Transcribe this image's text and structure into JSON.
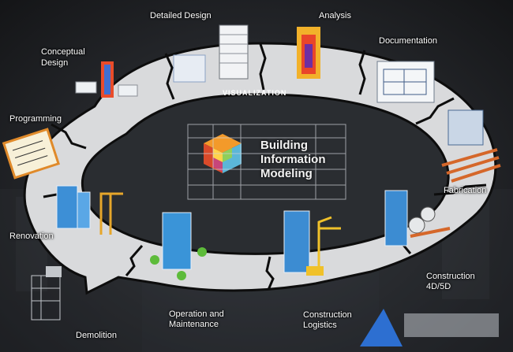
{
  "center": {
    "line1": "Building",
    "line2": "Information",
    "line3": "Modeling"
  },
  "ring_label": "VISUALIZATION",
  "stages": {
    "detailed_design": "Detailed Design",
    "analysis": "Analysis",
    "documentation": "Documentation",
    "conceptual_design_1": "Conceptual",
    "conceptual_design_2": "Design",
    "programming": "Programming",
    "fabrication": "Fabrication",
    "renovation": "Renovation",
    "construction_4d5d_1": "Construction",
    "construction_4d5d_2": "4D/5D",
    "operation_1": "Operation and",
    "operation_2": "Maintenance",
    "construction_logistics_1": "Construction",
    "construction_logistics_2": "Logistics",
    "demolition": "Demolition"
  },
  "colors": {
    "ring": "#d9dadc",
    "ring_edge": "#0d0d0d",
    "background": "#24262a"
  }
}
